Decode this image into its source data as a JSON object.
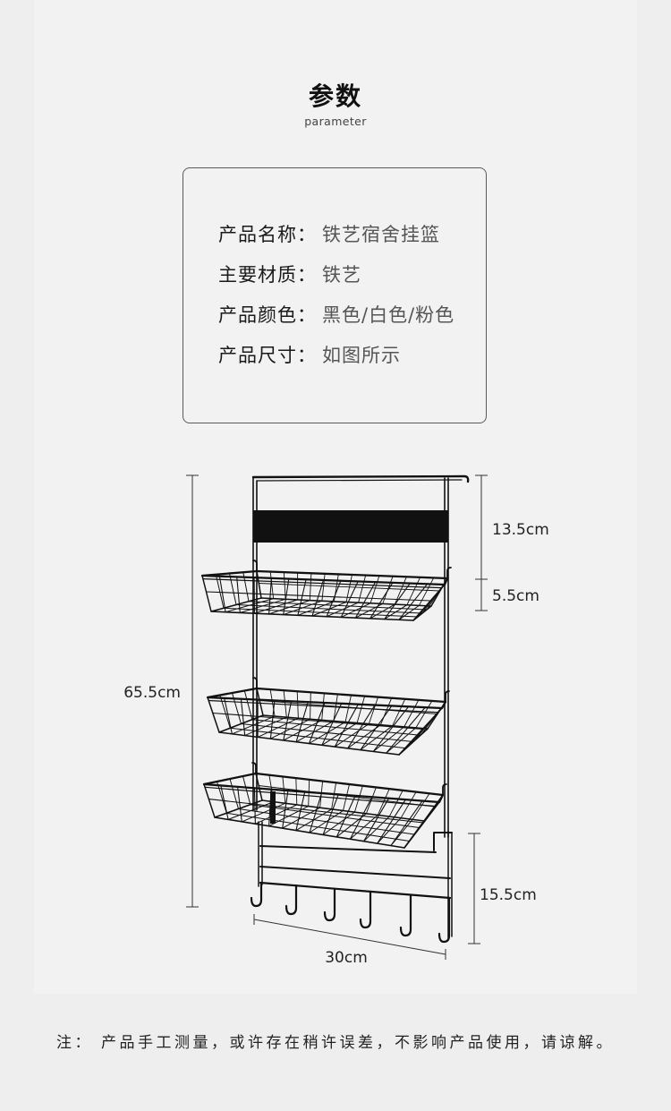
{
  "header": {
    "title": "参数",
    "subtitle": "parameter"
  },
  "specs": [
    {
      "label": "产品名称：",
      "value": "铁艺宿舍挂篮"
    },
    {
      "label": "主要材质：",
      "value": "铁艺"
    },
    {
      "label": "产品颜色：",
      "value": "黑色/白色/粉色"
    },
    {
      "label": "产品尺寸：",
      "value": "如图所示"
    }
  ],
  "diagram": {
    "dimensions": {
      "total_height": "65.5cm",
      "top_section": "13.5cm",
      "basket_height": "5.5cm",
      "hook_section": "15.5cm",
      "width": "30cm"
    }
  },
  "footnote": "注： 产品手工测量，或许存在稍许误差，不影响产品使用，请谅解。",
  "colors": {
    "background": "#eeeeee",
    "panel": "#f2f2f2",
    "text": "#222222",
    "muted": "#555555",
    "border": "#5a5a5a",
    "product": "#111111"
  }
}
